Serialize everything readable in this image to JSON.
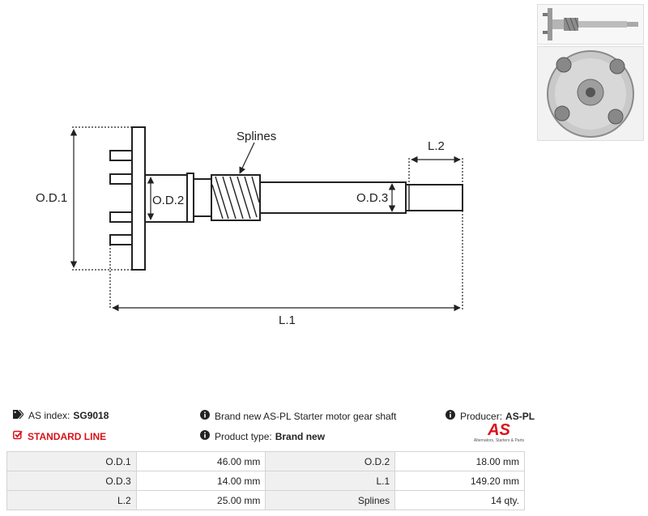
{
  "drawing": {
    "labels": {
      "od1": "O.D.1",
      "od2": "O.D.2",
      "od3": "O.D.3",
      "l1": "L.1",
      "l2": "L.2",
      "splines": "Splines"
    }
  },
  "info": {
    "as_index_label": "AS index:",
    "as_index_value": "SG9018",
    "line_label": "STANDARD LINE",
    "description": "Brand new AS-PL Starter motor gear shaft",
    "product_type_label": "Product type:",
    "product_type_value": "Brand new",
    "producer_label": "Producer:",
    "producer_value": "AS-PL"
  },
  "logo": {
    "mark": "AS",
    "tagline": "Alternators, Starters & Parts"
  },
  "specs": [
    [
      {
        "label": "O.D.1",
        "value": "46.00 mm"
      },
      {
        "label": "O.D.2",
        "value": "18.00 mm"
      }
    ],
    [
      {
        "label": "O.D.3",
        "value": "14.00 mm"
      },
      {
        "label": "L.1",
        "value": "149.20 mm"
      }
    ],
    [
      {
        "label": "L.2",
        "value": "25.00 mm"
      },
      {
        "label": "Splines",
        "value": "14 qty."
      }
    ]
  ],
  "icons": {
    "as_index": "tags-icon",
    "line": "checkbox-icon",
    "info": "info-circle-icon"
  }
}
